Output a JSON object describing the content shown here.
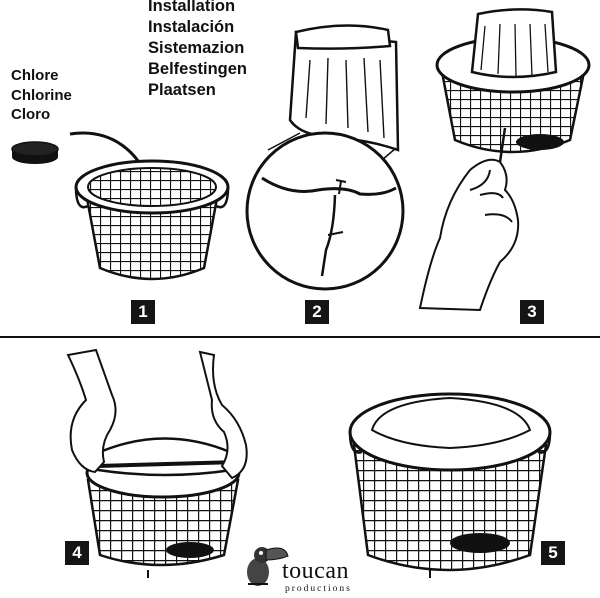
{
  "header": {
    "titles": [
      "Installation",
      "Instalación",
      "Sistemazion",
      "Belfestingen",
      "Plaatsen"
    ]
  },
  "chemical": {
    "labels": [
      "Chlore",
      "Chlorine",
      "Cloro"
    ]
  },
  "steps": [
    "1",
    "2",
    "3",
    "4",
    "5"
  ],
  "brand": {
    "name": "toucan",
    "tagline": "productions"
  },
  "colors": {
    "ink": "#111111",
    "paper": "#ffffff",
    "badge": "#151515"
  }
}
